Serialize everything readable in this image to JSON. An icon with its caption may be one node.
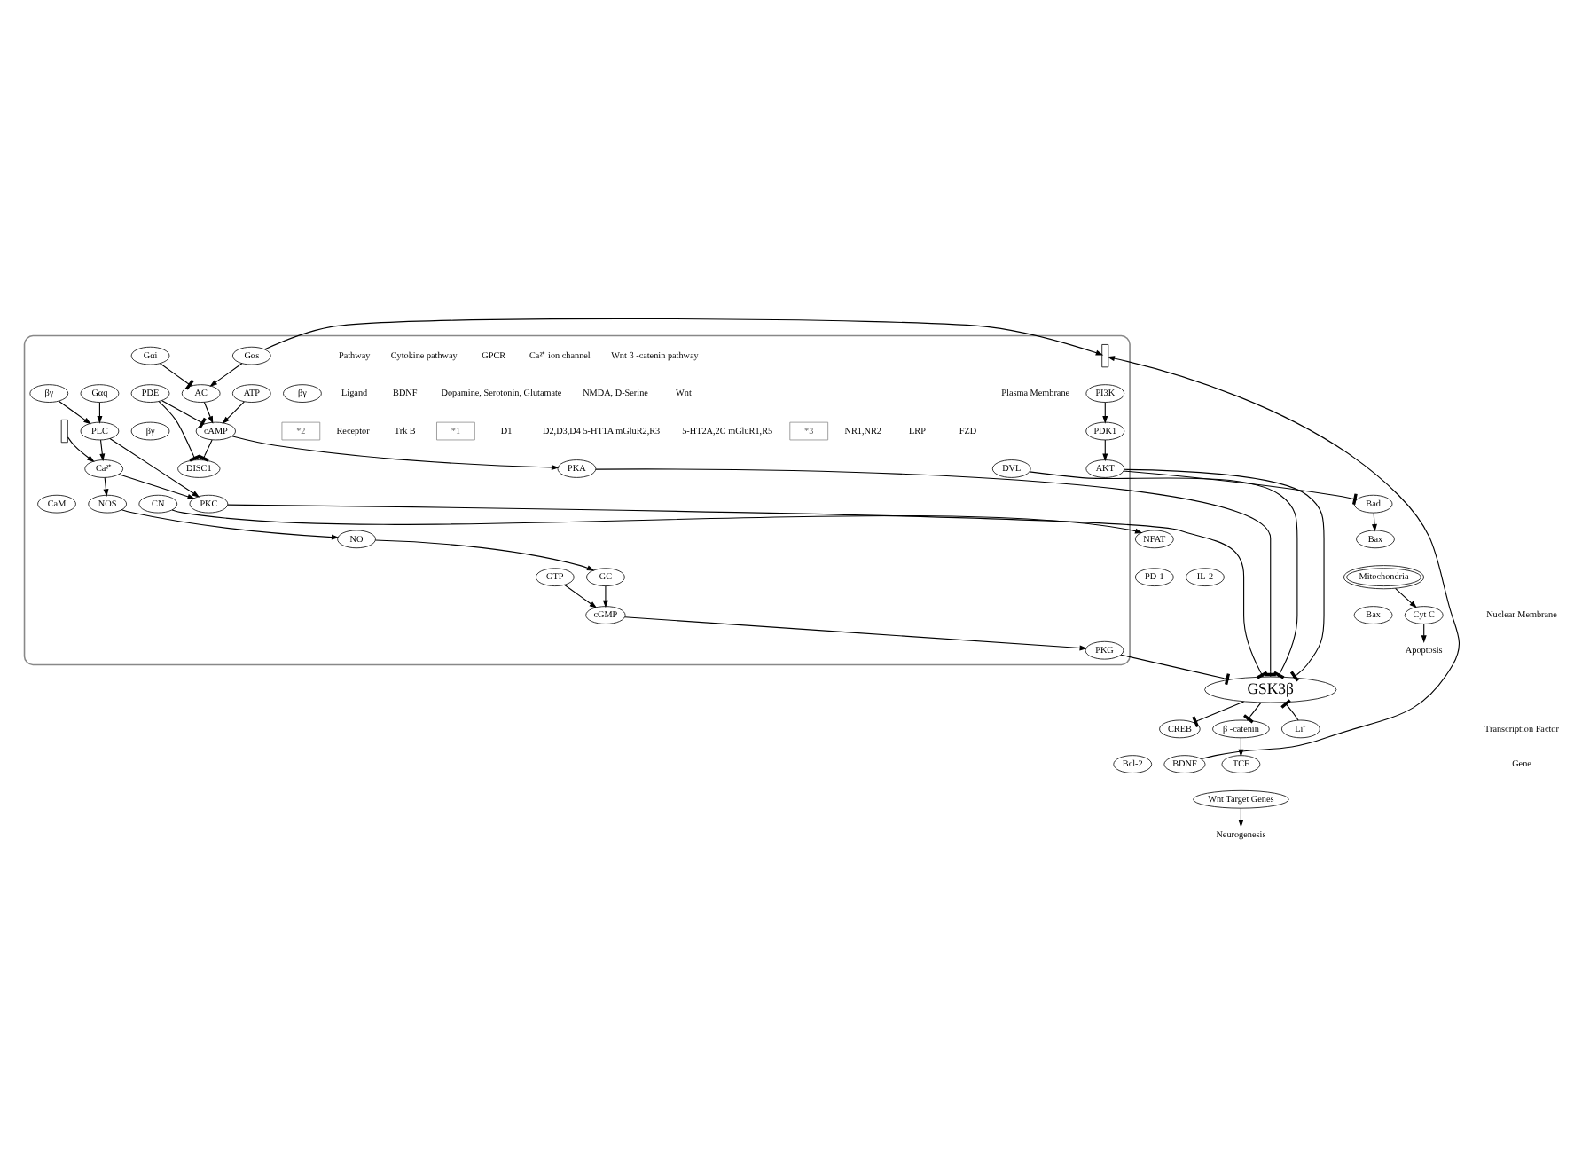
{
  "diagram": {
    "nodes": [
      {
        "text": [],
        "shape": "box"
      },
      {
        "text": [],
        "shape": "bar",
        "in": 0
      },
      {
        "text": [
          "PI3K"
        ],
        "in": 0
      },
      {
        "text": [
          "Gαs"
        ],
        "in": 0
      },
      {
        "text": [
          "Gαi"
        ],
        "in": 0
      },
      {
        "text": [
          "βγ"
        ],
        "in": 0
      },
      {
        "text": [
          "βγ"
        ],
        "in": 0
      },
      {
        "text": [
          "Gαq"
        ],
        "in": 0
      },
      {
        "text": [
          "βγ"
        ],
        "in": 0
      },
      {
        "text": [],
        "shape": "bar",
        "in": 0
      },
      {
        "text": [
          "NOS"
        ],
        "in": 0
      },
      {
        "text": [
          "DVL"
        ],
        "in": 0
      },
      {
        "text": [
          "PDK1"
        ],
        "in": 0
      },
      {
        "text": [
          "DISC1"
        ],
        "in": 0
      },
      {
        "text": [
          "ATP"
        ],
        "in": 0
      },
      {
        "text": [
          "AC"
        ],
        "in": 0
      },
      {
        "text": [
          "PLC"
        ],
        "in": 0
      },
      {
        "text": [
          "Ca²⁺"
        ],
        "in": 0
      },
      {
        "text": [
          "NO"
        ],
        "in": 0
      },
      {
        "text": [
          "CaM"
        ],
        "in": 0
      },
      {
        "text": [
          "CN"
        ],
        "in": 0
      },
      {
        "text": [
          "GTP"
        ],
        "in": 0
      },
      {
        "text": [
          "GC"
        ],
        "in": 0
      },
      {
        "text": [
          "AKT"
        ],
        "in": 0
      },
      {
        "text": [
          "PDE"
        ],
        "in": 0
      },
      {
        "text": [
          "cAMP"
        ],
        "in": 0
      },
      {
        "text": [
          "PKA"
        ],
        "in": 0
      },
      {
        "text": [
          "PKC"
        ],
        "in": 0
      },
      {
        "text": [
          "PKG"
        ],
        "in": 0
      },
      {
        "text": [
          "cGMP"
        ],
        "in": 0
      },
      {
        "text": [
          "Bad"
        ]
      },
      {
        "text": [
          "GSK3β"
        ]
      },
      {
        "text": [
          "β -catenin"
        ]
      },
      {
        "text": [
          "Apoptosis"
        ]
      },
      {
        "text": [
          "Li⁺"
        ]
      },
      {
        "text": [
          "Cyt C"
        ]
      },
      {
        "text": [
          "Mitochondria"
        ]
      },
      {
        "text": [
          "Bax"
        ]
      },
      {
        "text": [
          "Bax"
        ]
      },
      {
        "text": [
          "TCF"
        ]
      },
      {
        "text": [
          "Neurogenesis"
        ]
      },
      {
        "text": [
          "CREB"
        ]
      },
      {
        "text": [
          "NFAT"
        ]
      },
      {
        "text": [
          "Wnt Target Genes"
        ]
      },
      {
        "text": [
          "BDNF"
        ]
      },
      {
        "text": [
          "Bcl-2"
        ]
      },
      {
        "text": [
          "PD-1"
        ]
      },
      {
        "text": [
          "IL-2"
        ]
      },
      {
        "text": [
          "*1"
        ],
        "in": 0
      },
      {
        "text": [
          "*2"
        ],
        "in": 0
      },
      {
        "text": [
          "*3"
        ],
        "in": 0
      }
    ],
    "edges": [
      {
        "from": 44,
        "to": 1,
        "arrow": "to"
      },
      {
        "from": 3,
        "to": 1,
        "arrow": "to"
      },
      {
        "from": 2,
        "to": 12,
        "arrow": "to"
      },
      {
        "from": 12,
        "to": 23,
        "arrow": "to"
      },
      {
        "from": 23,
        "to": 30,
        "arrow": "other"
      },
      {
        "from": 23,
        "to": 31,
        "arrow": "other"
      },
      {
        "from": 30,
        "to": 37,
        "arrow": "to"
      },
      {
        "from": 36,
        "to": 35,
        "arrow": "to"
      },
      {
        "from": 35,
        "to": 33,
        "arrow": "to"
      },
      {
        "from": 3,
        "to": 15,
        "arrow": "to"
      },
      {
        "from": 4,
        "to": 15,
        "arrow": "other"
      },
      {
        "from": 15,
        "to": 25,
        "arrow": "to"
      },
      {
        "from": 14,
        "to": 25,
        "arrow": "to"
      },
      {
        "from": 24,
        "to": 13,
        "arrow": "other"
      },
      {
        "from": 25,
        "to": 13,
        "arrow": "other"
      },
      {
        "from": 24,
        "to": 25,
        "arrow": "other"
      },
      {
        "from": 25,
        "to": 26,
        "arrow": "to"
      },
      {
        "from": 26,
        "to": 31,
        "arrow": "other"
      },
      {
        "from": 6,
        "to": 16,
        "arrow": "to"
      },
      {
        "from": 7,
        "to": 16,
        "arrow": "to"
      },
      {
        "from": 16,
        "to": 17,
        "arrow": "to"
      },
      {
        "from": 16,
        "to": 27,
        "arrow": "to"
      },
      {
        "from": 17,
        "to": 27,
        "arrow": "to"
      },
      {
        "from": 9,
        "to": 17,
        "arrow": "to"
      },
      {
        "from": 17,
        "to": 10,
        "arrow": "to"
      },
      {
        "from": 10,
        "to": 18,
        "arrow": "to"
      },
      {
        "from": 18,
        "to": 22,
        "arrow": "to"
      },
      {
        "from": 22,
        "to": 29,
        "arrow": "to"
      },
      {
        "from": 21,
        "to": 29,
        "arrow": "to"
      },
      {
        "from": 29,
        "to": 28,
        "arrow": "to"
      },
      {
        "from": 27,
        "to": 31,
        "arrow": "other"
      },
      {
        "from": 28,
        "to": 31,
        "arrow": "other"
      },
      {
        "from": 11,
        "to": 31,
        "arrow": "other"
      },
      {
        "from": 31,
        "to": 32,
        "arrow": "other"
      },
      {
        "from": 34,
        "to": 31,
        "arrow": "other"
      },
      {
        "from": 31,
        "to": 41,
        "arrow": "other"
      },
      {
        "from": 20,
        "to": 42,
        "arrow": "to"
      },
      {
        "from": 32,
        "to": 39,
        "arrow": "to"
      },
      {
        "from": 43,
        "to": 40,
        "arrow": "to"
      }
    ],
    "labels": [
      "Pathway",
      "Cytokine pathway",
      "GPCR",
      "Ca²⁺ ion channel",
      "Wnt β -catenin pathway",
      "Ligand",
      "BDNF",
      "Dopamine, Serotonin, Glutamate",
      "NMDA, D-Serine",
      "Wnt",
      "Receptor",
      "Trk B",
      "D1",
      "D2,D3,D4 5-HT1A mGluR2,R3",
      "5-HT2A,2C mGluR1,R5",
      "NR1,NR2",
      "LRP",
      "FZD",
      "Plasma Membrane",
      "Nuclear Membrane",
      "Transcription Factor",
      "Gene"
    ]
  }
}
